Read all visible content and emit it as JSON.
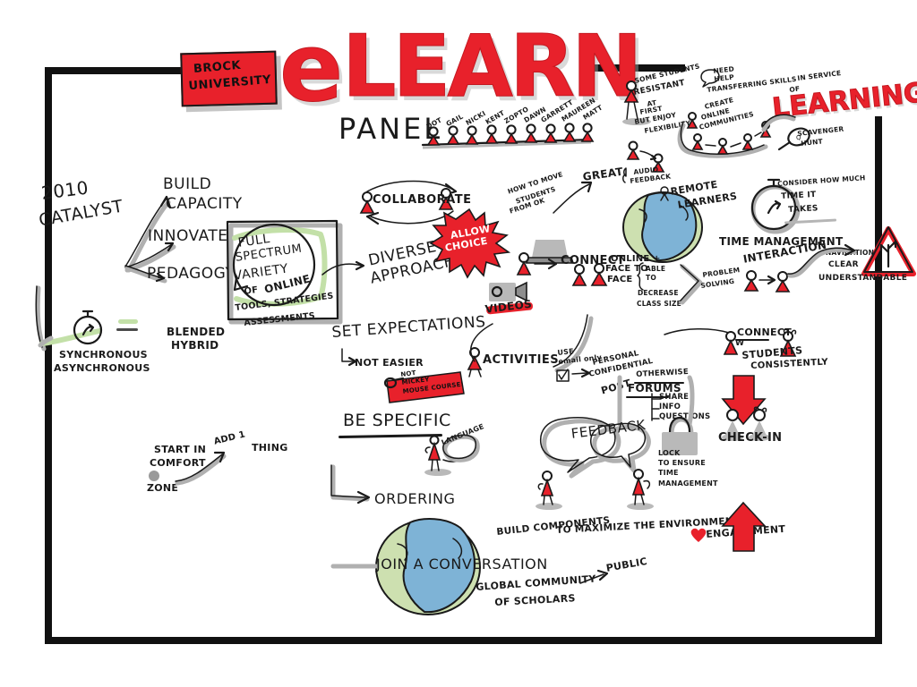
{
  "meta": {
    "title": "eLEARN PANEL",
    "subtitle": "PANEL",
    "brand": "#e8212b",
    "ink": "#1a1a1a"
  },
  "logo": {
    "line1": "BROCK",
    "line2": "UNIVERSITY"
  },
  "title": {
    "e": "e",
    "learn": "LEARN",
    "panel": "PANEL",
    "learning_badge": "LEARNING"
  },
  "panelists": [
    "DOT",
    "GAIL",
    "NICKI",
    "KENT",
    "ZOPTO",
    "DAWN",
    "GARRETT",
    "MAUREEN",
    "MATT"
  ],
  "notes": {
    "year": "2010",
    "catalyst": "CATALYST",
    "build": "BUILD",
    "capacity": "CAPACITY",
    "innovate": "INNOVATE",
    "pedagogy": "PEDAGOGY",
    "synchronous": "SYNCHRONOUS",
    "asynchronous": "ASYNCHRONOUS",
    "blended": "BLENDED",
    "hybrid": "HYBRID",
    "full": "FULL",
    "spectrum": "SPECTRUM",
    "variety": "VARIETY",
    "of": "OF",
    "online": "ONLINE",
    "tools": "TOOLS, STRATEGIES",
    "assessments": "ASSESSMENTS",
    "diverse": "DIVERSE",
    "approaches": "APPROACHES",
    "collaborate": "COLLABORATE",
    "allow": "ALLOW",
    "choice": "CHOICE",
    "how_to_move": "HOW TO MOVE",
    "students": "STUDENTS",
    "from_ok": "FROM OK",
    "great": "GREAT",
    "videos": "VIDEOS",
    "activities": "ACTIVITIES",
    "connect": "CONNECT",
    "online_plus": "ONLINE +",
    "face_to": "FACE TO",
    "face": "FACE",
    "able_to": "ABLE\nTO",
    "decrease": "DECREASE",
    "class_size": "CLASS SIZE",
    "problem": "PROBLEM",
    "solving": "SOLVING",
    "interaction": "INTERACTION",
    "navigation": "NAVIGATION",
    "clear": "CLEAR",
    "understandable": "UNDERSTANDABLE",
    "set_expectations": "SET EXPECTATIONS",
    "not_easier": "NOT EASIER",
    "not_mickey": "NOT\nMICKEY\nMOUSE COURSE!",
    "be_specific": "BE SPECIFIC",
    "language": "LANGUAGE",
    "start_in": "START IN",
    "comfort": "COMFORT",
    "zone": "ZONE",
    "add_1": "ADD 1",
    "thing": "THING",
    "ordering": "ORDERING",
    "join_conversation": "JOIN A CONVERSATION",
    "global_community": "GLOBAL COMMUNITY",
    "of_scholars": "OF SCHOLARS",
    "public": "PUBLIC",
    "build_components": "BUILD COMPONENTS",
    "maximize": "TO MAXIMIZE THE ENVIRONMENT",
    "engagement": "ENGAGEMENT",
    "use_email": "USE\nemail only",
    "personal": "PERSONAL",
    "confidential": "CONFIDENTIAL",
    "otherwise": "OTHERWISE",
    "post": "POST",
    "forums": "FORUMS",
    "share": "SHARE",
    "info": "INFO",
    "questions": "QUESTIONS",
    "feedback_bubble": "FEEDBACK",
    "lock_ensure": "LOCK\nTO ENSURE\nTIME\nMANAGEMENT",
    "connect_w": "CONNECT",
    "w": "W",
    "students_consistently": "STUDENTS",
    "consistently": "CONSISTENTLY",
    "check_in": "CHECK-IN",
    "some_students": "SOME STUDENTS",
    "resistant": "RESISTANT",
    "at": "AT",
    "first": "FIRST",
    "but_enjoy": "BUT ENJOY",
    "flexibility": "FLEXIBILITY",
    "need_help": "NEED\nHELP",
    "transferring": "TRANSFERRING SKILLS",
    "in_service": "IN SERVICE",
    "create": "CREATE",
    "online2": "ONLINE",
    "communities": "COMMUNITIES",
    "audio": "AUDIO",
    "feedback": "FEEDBACK",
    "scavenger": "SCAVENGER",
    "hunt": "HUNT",
    "remote": "REMOTE",
    "learners": "LEARNERS",
    "time_management": "TIME MANAGEMENT",
    "consider_how": "CONSIDER HOW MUCH",
    "time_it": "TIME IT",
    "takes": "TAKES"
  }
}
